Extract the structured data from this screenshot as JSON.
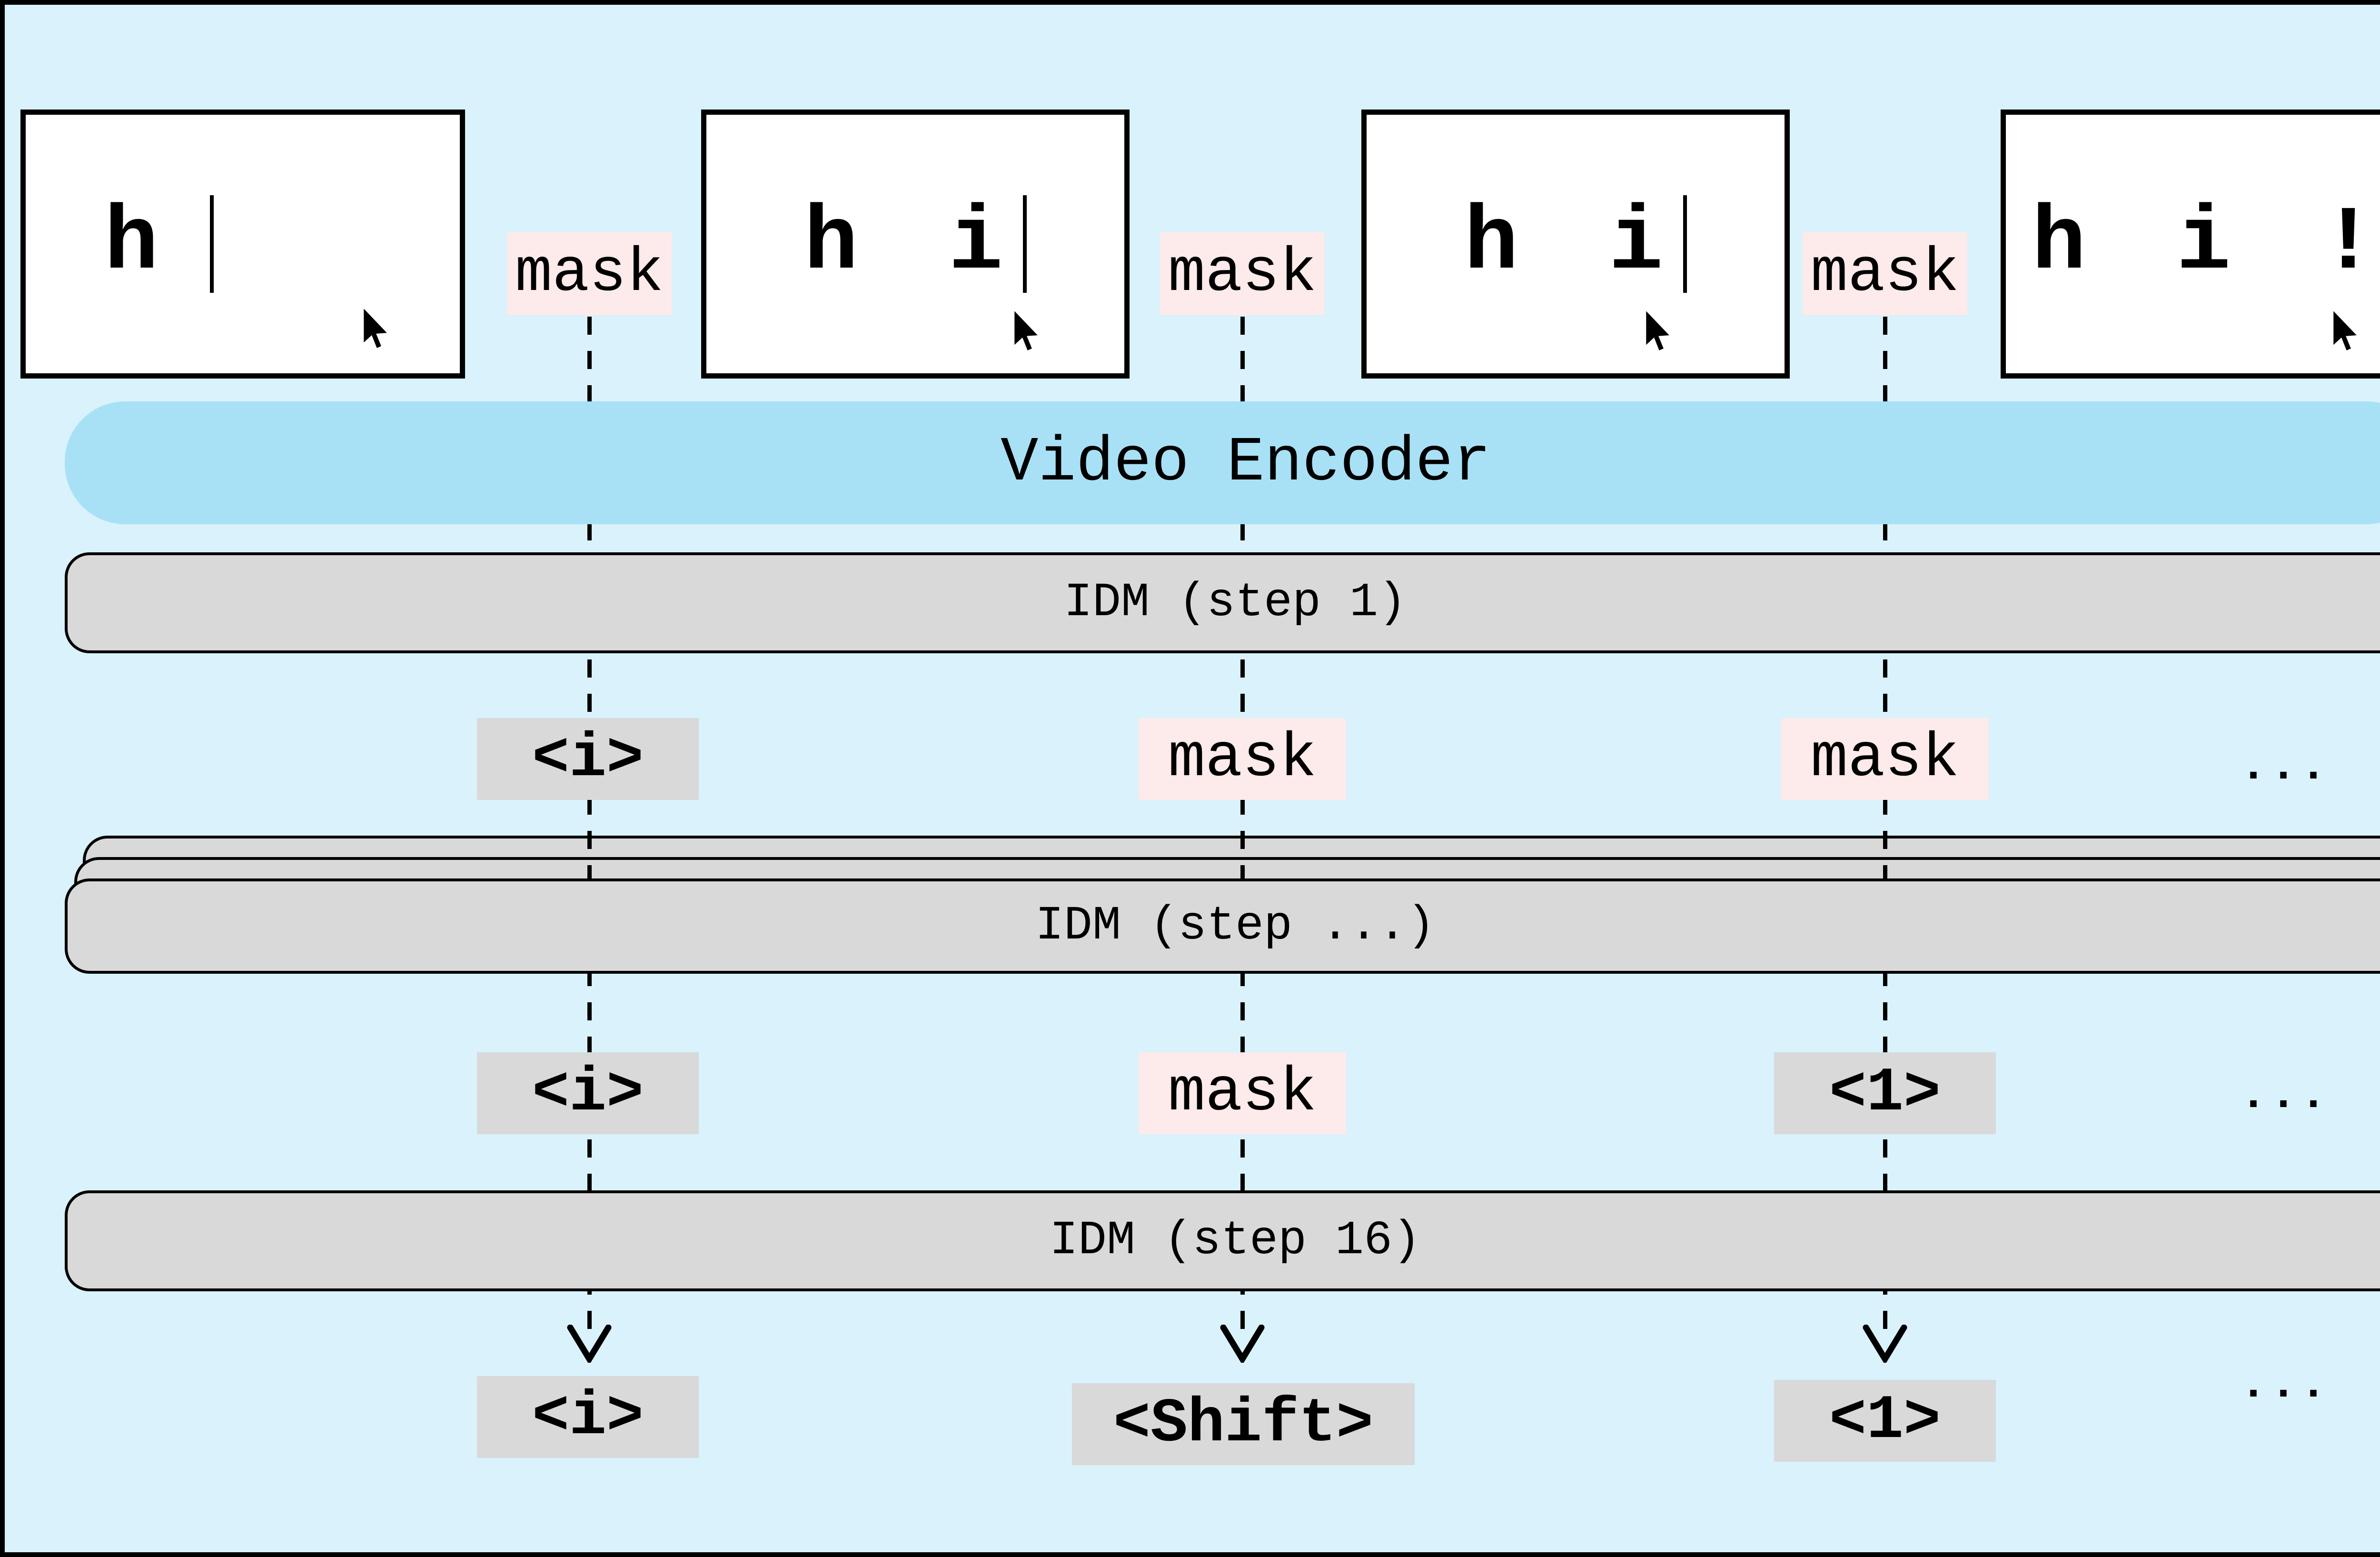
{
  "diagram": {
    "frames": [
      {
        "text": "h"
      },
      {
        "text": "h i"
      },
      {
        "text": "h i"
      },
      {
        "text": "h i !"
      }
    ],
    "top_masks": [
      "mask",
      "mask",
      "mask"
    ],
    "video_encoder": {
      "label": "Video Encoder"
    },
    "idm_bars": [
      {
        "label": "IDM (step 1)"
      },
      {
        "label": "IDM (step ...)"
      },
      {
        "label": "IDM (step 16)"
      }
    ],
    "row_after_step1": {
      "col1": "<i>",
      "col2": "mask",
      "col3": "mask",
      "ellipsis": "..."
    },
    "row_after_mid": {
      "col1": "<i>",
      "col2": "mask",
      "col3": "<1>",
      "ellipsis": "..."
    },
    "row_outputs": {
      "col1": "<i>",
      "col2": "<Shift>",
      "col3": "<1>",
      "ellipsis": "..."
    },
    "colors": {
      "background": "#d9f2fb",
      "encoder_fill": "#a8e1f6",
      "bar_fill": "#d9d9d9",
      "mask_fill": "#fdeaea",
      "frame_fill": "#ffffff",
      "line": "#000000"
    }
  }
}
